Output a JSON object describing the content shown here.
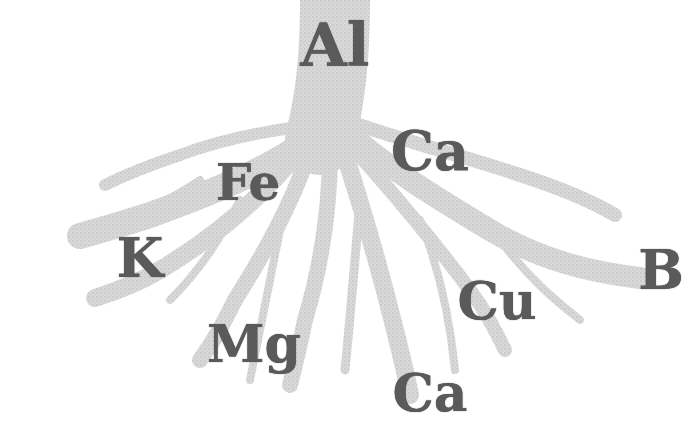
{
  "diagram": {
    "labels": [
      "Al",
      "Ca",
      "Fe",
      "K",
      "B",
      "Cu",
      "Mg",
      "Ca"
    ]
  }
}
